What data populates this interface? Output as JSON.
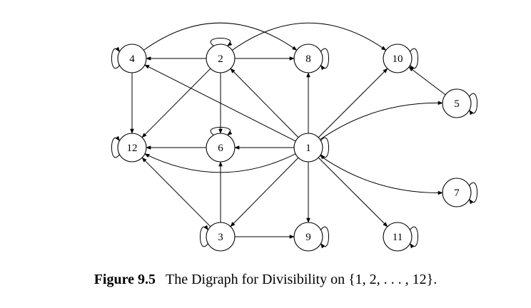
{
  "figure": {
    "nodes": [
      {
        "id": "1",
        "label": "1"
      },
      {
        "id": "2",
        "label": "2"
      },
      {
        "id": "3",
        "label": "3"
      },
      {
        "id": "4",
        "label": "4"
      },
      {
        "id": "5",
        "label": "5"
      },
      {
        "id": "6",
        "label": "6"
      },
      {
        "id": "7",
        "label": "7"
      },
      {
        "id": "8",
        "label": "8"
      },
      {
        "id": "9",
        "label": "9"
      },
      {
        "id": "10",
        "label": "10"
      },
      {
        "id": "11",
        "label": "11"
      },
      {
        "id": "12",
        "label": "12"
      }
    ],
    "edges": [
      [
        "1",
        "2"
      ],
      [
        "1",
        "3"
      ],
      [
        "1",
        "4"
      ],
      [
        "1",
        "5"
      ],
      [
        "1",
        "6"
      ],
      [
        "1",
        "7"
      ],
      [
        "1",
        "8"
      ],
      [
        "1",
        "9"
      ],
      [
        "1",
        "10"
      ],
      [
        "1",
        "11"
      ],
      [
        "1",
        "12"
      ],
      [
        "2",
        "4"
      ],
      [
        "2",
        "6"
      ],
      [
        "2",
        "8"
      ],
      [
        "2",
        "10"
      ],
      [
        "2",
        "12"
      ],
      [
        "3",
        "6"
      ],
      [
        "3",
        "9"
      ],
      [
        "3",
        "12"
      ],
      [
        "4",
        "8"
      ],
      [
        "4",
        "12"
      ],
      [
        "5",
        "10"
      ],
      [
        "6",
        "12"
      ]
    ],
    "self_loops": [
      "1",
      "2",
      "3",
      "4",
      "5",
      "6",
      "7",
      "8",
      "9",
      "10",
      "11",
      "12"
    ]
  },
  "caption": {
    "number": "Figure 9.5",
    "text": "The Digraph for Divisibility on {1, 2, . . . , 12}."
  }
}
